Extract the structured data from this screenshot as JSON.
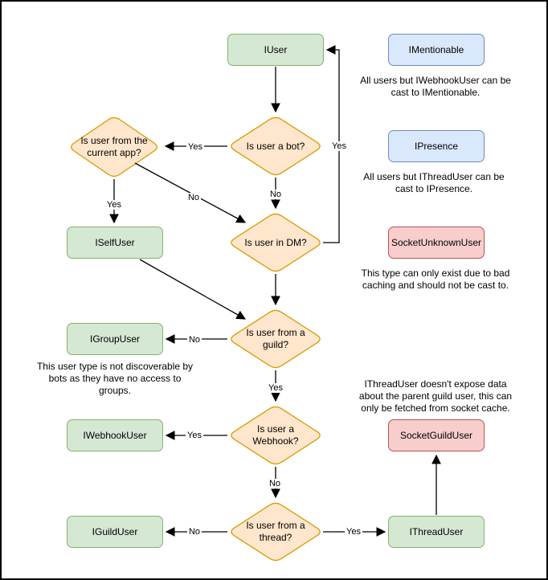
{
  "diagram": {
    "nodes": {
      "iuser": {
        "label": "IUser"
      },
      "imentionable": {
        "label": "IMentionable"
      },
      "ipresence": {
        "label": "IPresence"
      },
      "socketunknownuser": {
        "label": "SocketUnknownUser"
      },
      "socketguilduser": {
        "label": "SocketGuildUser"
      },
      "ithreaduser": {
        "label": "IThreadUser"
      },
      "iselfuser": {
        "label": "ISelfUser"
      },
      "igroupuser": {
        "label": "IGroupUser"
      },
      "iwebhookuser": {
        "label": "IWebhookUser"
      },
      "iguilduser": {
        "label": "IGuildUser"
      }
    },
    "decisions": {
      "is_bot": {
        "label": "Is user a bot?"
      },
      "is_current_app": {
        "label": "Is user from the\ncurrent app?"
      },
      "is_dm": {
        "label": "Is user in DM?"
      },
      "is_guild": {
        "label": "Is user from a\nguild?"
      },
      "is_webhook": {
        "label": "Is user a\nWebhook?"
      },
      "is_thread": {
        "label": "Is user from a\nthread?"
      }
    },
    "edge_labels": {
      "bot_yes": "Yes",
      "bot_no": "No",
      "current_app_yes": "Yes",
      "current_app_no": "No",
      "dm_yes": "Yes",
      "guild_no": "No",
      "guild_yes": "Yes",
      "webhook_yes": "Yes",
      "webhook_no": "No",
      "thread_no": "No",
      "thread_yes": "Yes"
    },
    "notes": {
      "mentionable": "All users but IWebhookUser can be\ncast to IMentionable.",
      "presence": "All users but IThreadUser can be\ncast to IPresence.",
      "unknown": "This type can only exist due to bad\ncaching and should not be cast to.",
      "group": "This user type is not discoverable by\nbots as they have no access to\ngroups.",
      "thread": "IThreadUser doesn't expose data\nabout the parent guild user, this can\nonly be fetched from socket cache."
    },
    "palette": {
      "green_fill": "#d5e8d4",
      "green_stroke": "#82b366",
      "blue_fill": "#dae8fc",
      "blue_stroke": "#6c8ebf",
      "red_fill": "#f8cecc",
      "red_stroke": "#b85450",
      "orange_fill": "#ffe6cc",
      "orange_stroke": "#d79b00",
      "line": "#000000",
      "background": "#ffffff"
    }
  }
}
